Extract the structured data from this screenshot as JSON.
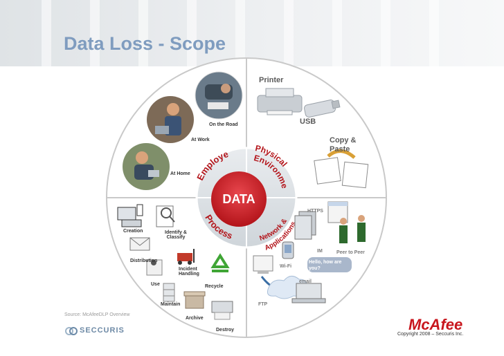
{
  "page_title": "Data Loss - Scope",
  "center_label": "DATA",
  "arcs": {
    "employee": "Employee",
    "process": "Process",
    "physical": "Physical Environment",
    "network": "Network & Applications"
  },
  "employee_items": {
    "on_the_road": "On the Road",
    "at_work": "At Work",
    "at_home": "At Home"
  },
  "process_items": {
    "creation": "Creation",
    "identify": "Identify & Classify",
    "distribution": "Distribution",
    "incident": "Incident Handling",
    "use": "Use",
    "recycle": "Recycle",
    "maintain": "Maintain",
    "archive": "Archive",
    "destroy": "Destroy"
  },
  "physical_items": {
    "printer": "Printer",
    "usb": "USB",
    "copy_paste": "Copy & Paste"
  },
  "network_items": {
    "https": "HTTPS",
    "im": "IM",
    "peer_to_peer": "Peer to Peer",
    "im_message": "Hello, how are you?",
    "wifi": "Wi-Fi",
    "email": "email",
    "ftp": "FTP"
  },
  "source": "Source: McAfeeDLP Overview",
  "secc_logo": "SECCURIS",
  "mcafee_logo": "McAfee",
  "copyright": "Copyright 2008 – Seccuris Inc.",
  "colors": {
    "center_red": "#c8161d",
    "title_blue": "#7f9cbf",
    "ring_gray": "#c9c9c9",
    "mcafee_red": "#c8161d"
  }
}
